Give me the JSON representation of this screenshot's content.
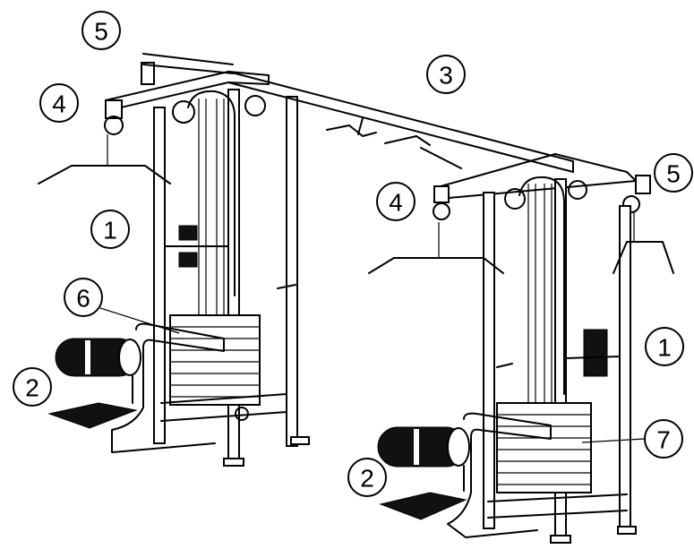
{
  "callouts": [
    {
      "id": "c5a",
      "label": "5"
    },
    {
      "id": "c4a",
      "label": "4"
    },
    {
      "id": "c3",
      "label": "3"
    },
    {
      "id": "c5b",
      "label": "5"
    },
    {
      "id": "c4b",
      "label": "4"
    },
    {
      "id": "c1a",
      "label": "1"
    },
    {
      "id": "c6",
      "label": "6"
    },
    {
      "id": "c1b",
      "label": "1"
    },
    {
      "id": "c2a",
      "label": "2"
    },
    {
      "id": "c7",
      "label": "7"
    },
    {
      "id": "c2b",
      "label": "2"
    }
  ],
  "colors": {
    "line": "#000000",
    "background": "#ffffff",
    "pad": "#111111"
  }
}
